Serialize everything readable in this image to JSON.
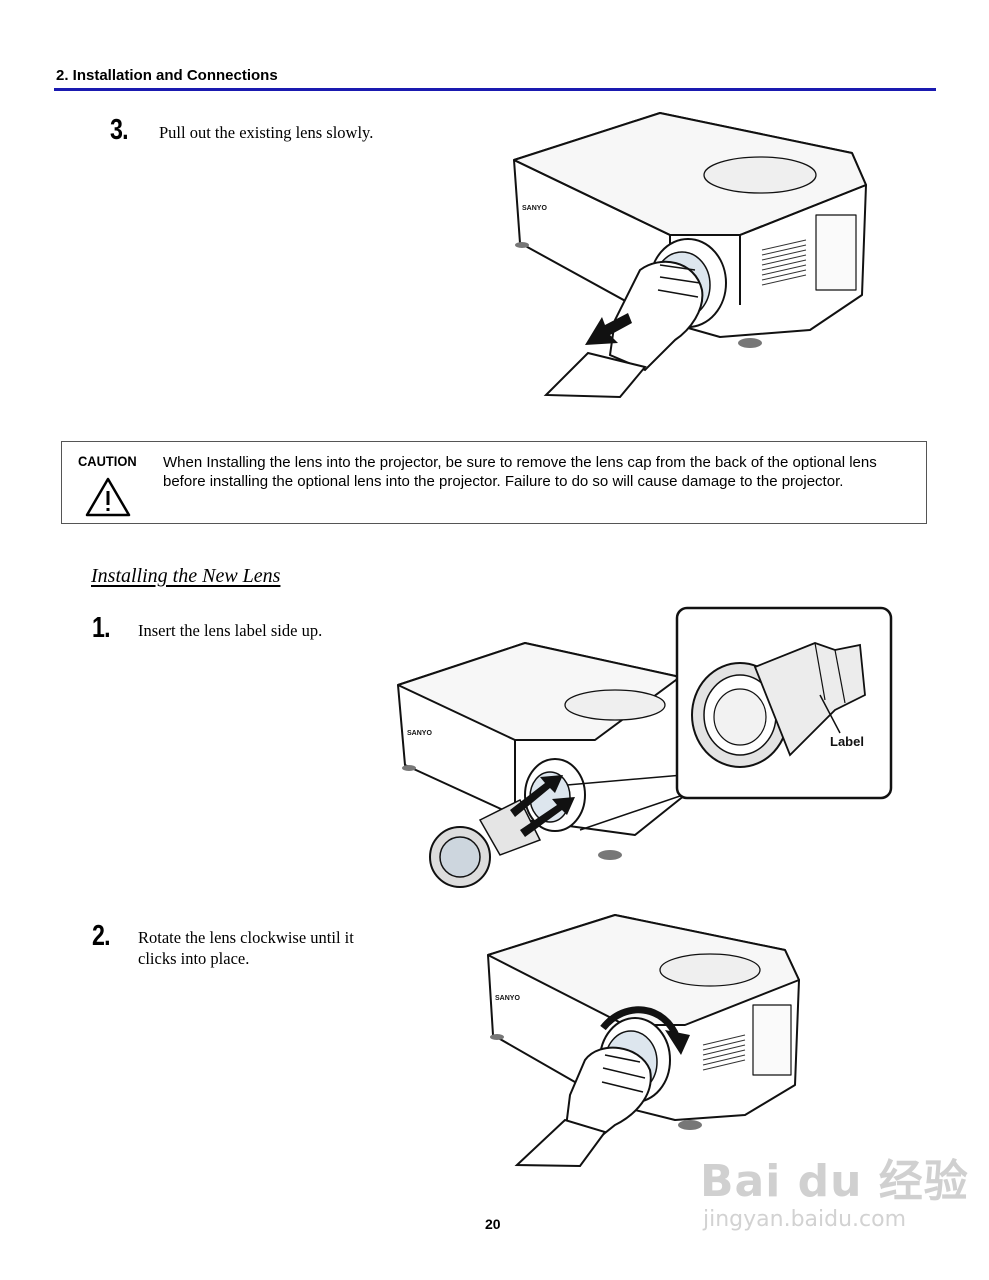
{
  "header": {
    "title": "2. Installation and Connections",
    "rule_color": "#1a1ab0"
  },
  "step_remove": {
    "number": "3.",
    "text": "Pull out the existing lens slowly."
  },
  "caution": {
    "label": "CAUTION",
    "text": "When Installing the lens into the projector, be sure to remove the lens cap from the back of the optional lens before installing the optional lens into the projector. Failure to do so will cause damage to the projector."
  },
  "section": {
    "title": "Installing the New Lens"
  },
  "step_insert": {
    "number": "1.",
    "text": "Insert the lens label side up."
  },
  "step_rotate": {
    "number": "2.",
    "text_line1": "Rotate the lens clockwise until it",
    "text_line2": "clicks into place."
  },
  "illustration": {
    "brand": "SANYO",
    "callout_label": "Label"
  },
  "page_number": "20",
  "watermark": {
    "logo": "Bai du 经验",
    "url": "jingyan.baidu.com"
  }
}
